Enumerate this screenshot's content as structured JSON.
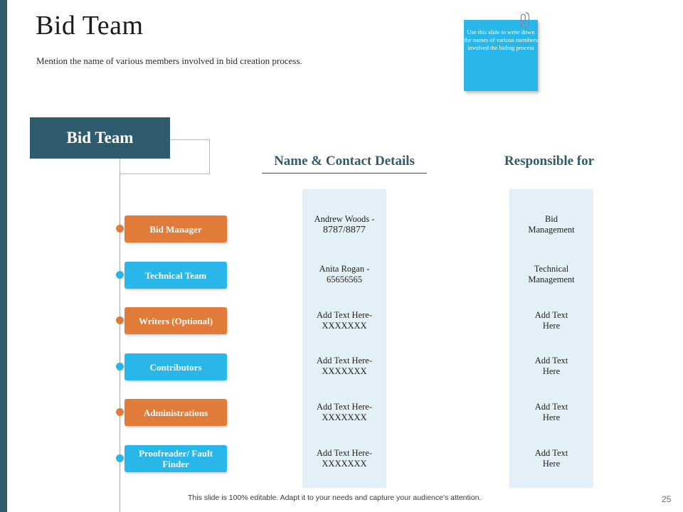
{
  "slide": {
    "title": "Bid Team",
    "subtitle": "Mention the name of various members involved in bid creation process.",
    "footer_note": "This slide is 100% editable. Adapt it to your needs and capture your audience's attention.",
    "page_number": "25",
    "accent_dark": "#2e5c6e",
    "accent_orange": "#e07b39",
    "accent_blue": "#29b6e8",
    "panel_bg": "#e4f0f7"
  },
  "sticky_note": {
    "text": "Use this slide to write down the names of various members involved the biding process",
    "color": "#29b6e8"
  },
  "bid_team_box": {
    "label": "Bid Team"
  },
  "columns": {
    "name_contact": "Name & Contact Details",
    "responsible_for": "Responsible for"
  },
  "rows": [
    {
      "role": "Bid Manager",
      "color": "orange",
      "name_line1": "Andrew Woods -",
      "name_line2": "8787/8877",
      "responsible_line1": "Bid",
      "responsible_line2": "Management"
    },
    {
      "role": "Technical Team",
      "color": "blue",
      "name_line1": "Anita Rogan -",
      "name_line2": "65656565",
      "responsible_line1": "Technical",
      "responsible_line2": "Management"
    },
    {
      "role": "Writers (Optional)",
      "color": "orange",
      "name_line1": "Add Text Here-",
      "name_line2": "XXXXXXX",
      "responsible_line1": "Add Text",
      "responsible_line2": "Here"
    },
    {
      "role": "Contributors",
      "color": "blue",
      "name_line1": "Add Text Here-",
      "name_line2": "XXXXXXX",
      "responsible_line1": "Add Text",
      "responsible_line2": "Here"
    },
    {
      "role": "Administrations",
      "color": "orange",
      "name_line1": "Add Text Here-",
      "name_line2": "XXXXXXX",
      "responsible_line1": "Add Text",
      "responsible_line2": "Here"
    },
    {
      "role": "Proofreader/ Fault Finder",
      "color": "blue",
      "name_line1": "Add Text Here-",
      "name_line2": "XXXXXXX",
      "responsible_line1": "Add Text",
      "responsible_line2": "Here"
    }
  ]
}
